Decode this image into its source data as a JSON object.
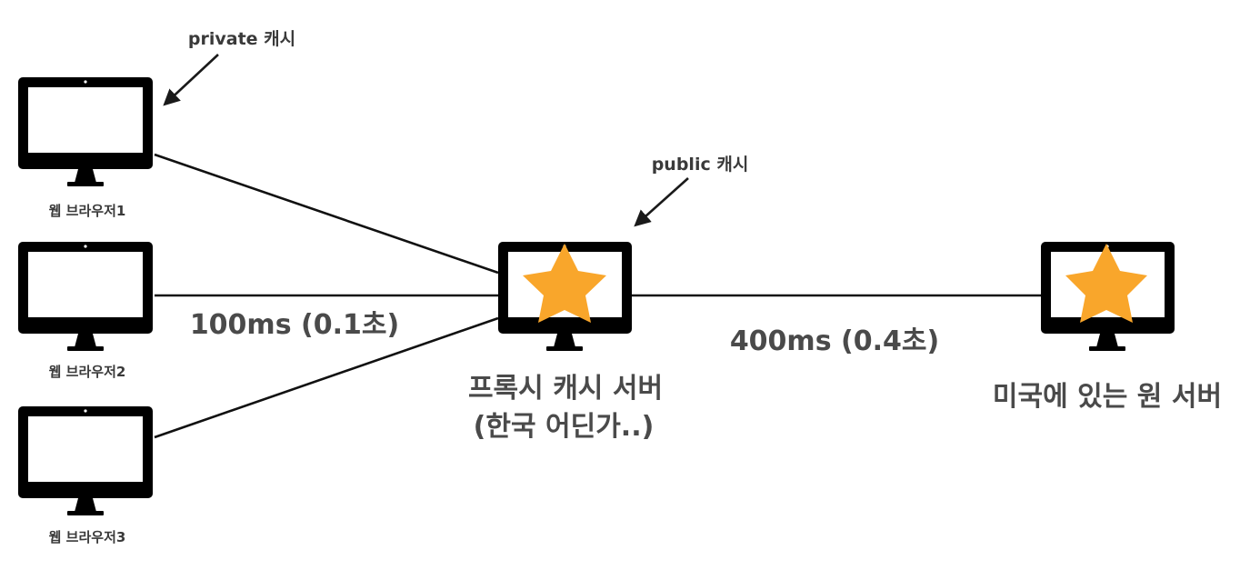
{
  "annotations": {
    "private_cache": "private 캐시",
    "public_cache": "public 캐시"
  },
  "browsers": [
    {
      "label": "웹 브라우저1"
    },
    {
      "label": "웹 브라우저2"
    },
    {
      "label": "웹 브라우저3"
    }
  ],
  "proxy_server": {
    "line1": "프록시 캐시 서버",
    "line2": "(한국 어딘가..)"
  },
  "origin_server": {
    "label": "미국에 있는 원 서버"
  },
  "latency": {
    "client_to_proxy": "100ms (0.1초)",
    "proxy_to_origin": "400ms (0.4초)"
  },
  "colors": {
    "star": "#F9A62B",
    "monitor": "#000000",
    "text": "#4a4a4a"
  },
  "icons": {
    "browser": "monitor-icon",
    "cache_marker": "star-icon",
    "pointer": "arrow-icon"
  }
}
